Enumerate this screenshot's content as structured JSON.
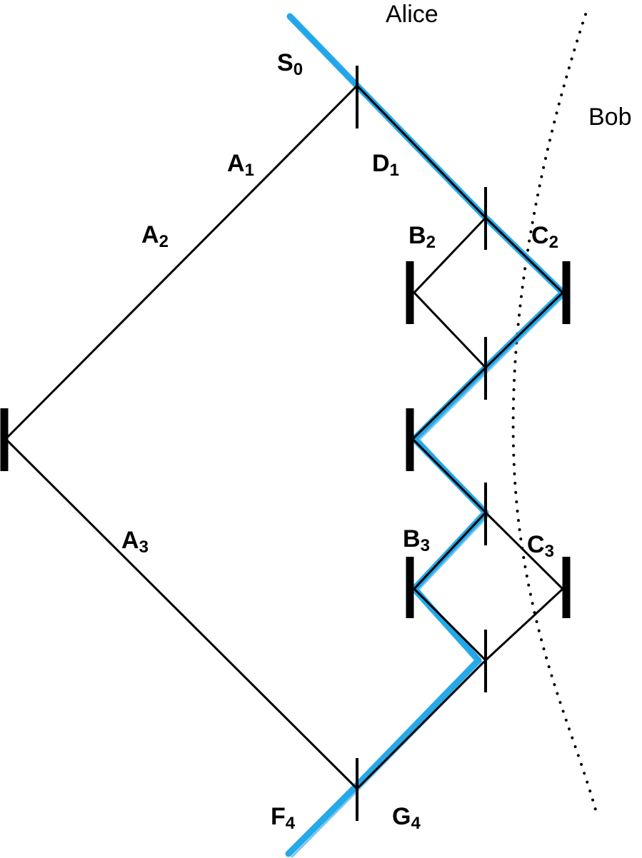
{
  "colors": {
    "line": "#000000",
    "highlight": "#1aa3e8"
  },
  "regions": {
    "alice": "Alice",
    "bob": "Bob"
  },
  "labels": {
    "s0": {
      "main": "S",
      "sub": "0"
    },
    "a1": {
      "main": "A",
      "sub": "1"
    },
    "a2": {
      "main": "A",
      "sub": "2"
    },
    "a3": {
      "main": "A",
      "sub": "3"
    },
    "d1": {
      "main": "D",
      "sub": "1"
    },
    "b2": {
      "main": "B",
      "sub": "2"
    },
    "c2": {
      "main": "C",
      "sub": "2"
    },
    "b3": {
      "main": "B",
      "sub": "3"
    },
    "c3": {
      "main": "C",
      "sub": "3"
    },
    "f4": {
      "main": "F",
      "sub": "4"
    },
    "g4": {
      "main": "G",
      "sub": "4"
    }
  }
}
